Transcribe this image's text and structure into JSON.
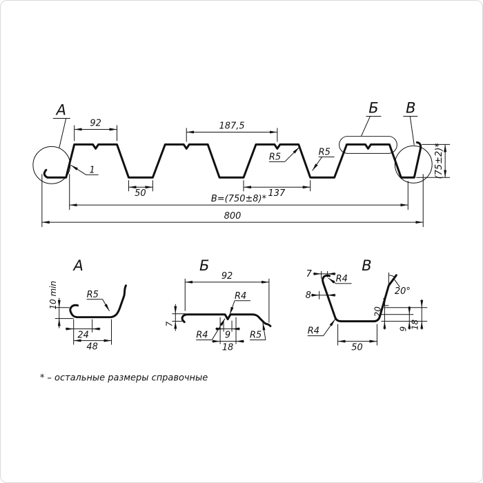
{
  "main": {
    "callout_a": "А",
    "callout_b": "Б",
    "callout_v": "В",
    "dim_flange_width": "92",
    "dim_pitch": "187,5",
    "radius_label_1": "R5",
    "radius_label_2": "R5",
    "dim_thickness": "1",
    "dim_valley_width": "50",
    "dim_rib_spacing": "137",
    "dim_working_width": "B=(750±8)*",
    "dim_overall_width": "800",
    "dim_height": "(75±2)*"
  },
  "detail_a": {
    "title": "А",
    "dim_lip_height": "10 min",
    "radius_label": "R5",
    "dim_24": "24",
    "dim_48": "48"
  },
  "detail_b": {
    "title": "Б",
    "dim_92": "92",
    "dim_7": "7",
    "radius_top": "R4",
    "radius_bottom": "R4",
    "dim_9": "9",
    "dim_18": "18",
    "radius_right": "R5"
  },
  "detail_v": {
    "title": "В",
    "dim_7": "7",
    "dim_8": "8",
    "radius_top": "R4",
    "radius_bottom": "R4",
    "dim_angle": "20°",
    "dim_20": "20",
    "dim_9": "9",
    "dim_18": "18",
    "dim_50": "50"
  },
  "footnote": "* – остальные размеры справочные"
}
